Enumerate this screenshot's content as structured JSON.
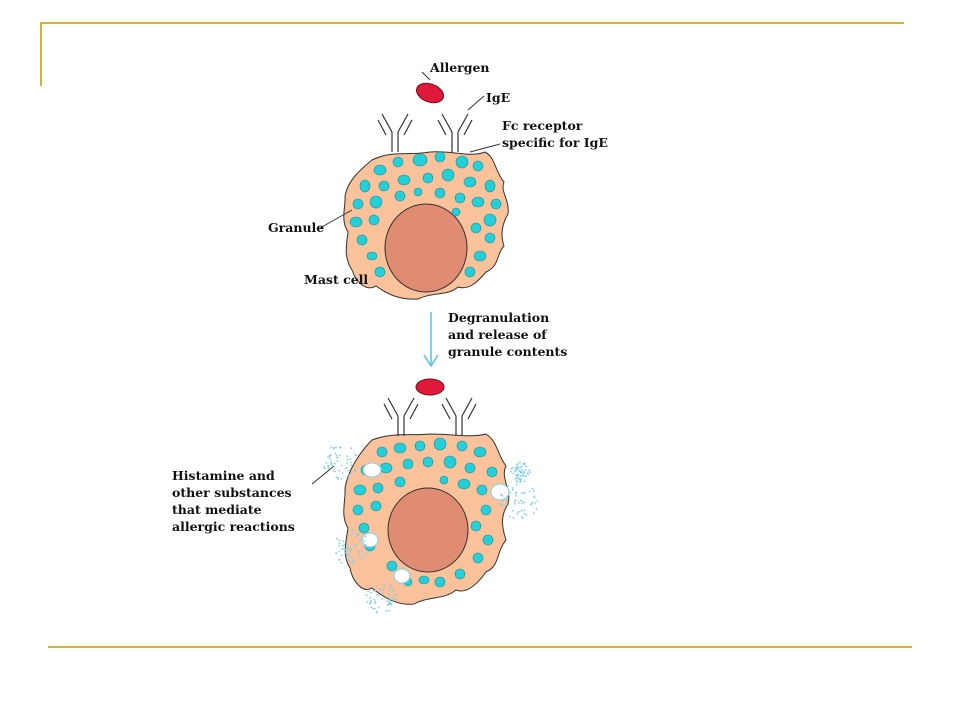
{
  "colors": {
    "frame": "#d4b23a",
    "cytoplasm": "#f9c29a",
    "cell_outline": "#333333",
    "nucleus": "#e08c73",
    "granule": "#23d0da",
    "allergen": "#e0193a",
    "arrow": "#59c6ea",
    "release_dots": "#7fd0ee"
  },
  "labels": {
    "allergen": "Allergen",
    "ige": "IgE",
    "fc_line1": "Fc receptor",
    "fc_line2": "specific for IgE",
    "granule": "Granule",
    "mast_cell": "Mast cell",
    "degran_line1": "Degranulation",
    "degran_line2": "and release of",
    "degran_line3": "granule contents",
    "hist_line1": "Histamine and",
    "hist_line2": "other substances",
    "hist_line3": "that mediate",
    "hist_line4": "allergic reactions"
  }
}
